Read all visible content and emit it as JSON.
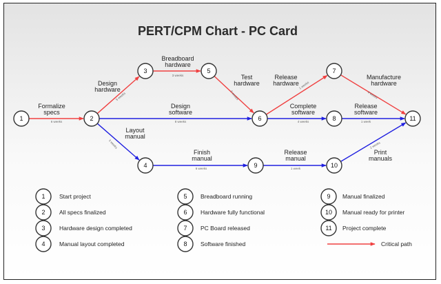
{
  "title": "PERT/CPM Chart - PC Card",
  "colors": {
    "critical": "#f04040",
    "normal": "#2020e0",
    "node_stroke": "#333333"
  },
  "nodes": [
    {
      "label": "1"
    },
    {
      "label": "2"
    },
    {
      "label": "3"
    },
    {
      "label": "4"
    },
    {
      "label": "5"
    },
    {
      "label": "6"
    },
    {
      "label": "7"
    },
    {
      "label": "8"
    },
    {
      "label": "9"
    },
    {
      "label": "10"
    },
    {
      "label": "11"
    }
  ],
  "activities": [
    {
      "from": "1",
      "to": "2",
      "name": "Formalize specs",
      "name_lines": [
        "Formalize",
        "specs"
      ],
      "duration": "6 weeks",
      "critical": true
    },
    {
      "from": "2",
      "to": "3",
      "name": "Design hardware",
      "name_lines": [
        "Design",
        "hardware"
      ],
      "duration": "5 weeks",
      "critical": true
    },
    {
      "from": "3",
      "to": "5",
      "name": "Breadboard hardware",
      "name_lines": [
        "Breadboard",
        "hardware"
      ],
      "duration": "3 weeks",
      "critical": true
    },
    {
      "from": "5",
      "to": "6",
      "name": "Test hardware",
      "name_lines": [
        "Test",
        "hardware"
      ],
      "duration": "3 weeks",
      "critical": true
    },
    {
      "from": "6",
      "to": "7",
      "name": "Release hardware",
      "name_lines": [
        "Release",
        "hardware"
      ],
      "duration": "1 weeks",
      "critical": true
    },
    {
      "from": "7",
      "to": "11",
      "name": "Manufacture hardware",
      "name_lines": [
        "Manufacture",
        "hardware"
      ],
      "duration": "4 weeks",
      "critical": true
    },
    {
      "from": "2",
      "to": "6",
      "name": "Design software",
      "name_lines": [
        "Design",
        "software"
      ],
      "duration": "8 weeks",
      "critical": false
    },
    {
      "from": "6",
      "to": "8",
      "name": "Complete software",
      "name_lines": [
        "Complete",
        "software"
      ],
      "duration": "4 weeks",
      "critical": false
    },
    {
      "from": "8",
      "to": "11",
      "name": "Release software",
      "name_lines": [
        "Release",
        "software"
      ],
      "duration": "1 week",
      "critical": false
    },
    {
      "from": "2",
      "to": "4",
      "name": "Layout manual",
      "name_lines": [
        "Layout",
        "manual"
      ],
      "duration": "3 weeks",
      "critical": false
    },
    {
      "from": "4",
      "to": "9",
      "name": "Finish manual",
      "name_lines": [
        "Finish",
        "manual"
      ],
      "duration": "6 weeks",
      "critical": false
    },
    {
      "from": "9",
      "to": "10",
      "name": "Release manual",
      "name_lines": [
        "Release",
        "manual"
      ],
      "duration": "1 week",
      "critical": false
    },
    {
      "from": "10",
      "to": "11",
      "name": "Print manuals",
      "name_lines": [
        "Print",
        "manuals"
      ],
      "duration": "2 weeks",
      "critical": false
    }
  ],
  "legend": [
    {
      "num": "1",
      "text": "Start project"
    },
    {
      "num": "2",
      "text": "All specs finalized"
    },
    {
      "num": "3",
      "text": "Hardware design completed"
    },
    {
      "num": "4",
      "text": "Manual layout completed"
    },
    {
      "num": "5",
      "text": "Breadboard running"
    },
    {
      "num": "6",
      "text": "Hardware fully functional"
    },
    {
      "num": "7",
      "text": "PC Board released"
    },
    {
      "num": "8",
      "text": "Software finished"
    },
    {
      "num": "9",
      "text": "Manual finalized"
    },
    {
      "num": "10",
      "text": "Manual ready for printer"
    },
    {
      "num": "11",
      "text": "Project complete"
    }
  ],
  "critical_path_label": "Critical path"
}
